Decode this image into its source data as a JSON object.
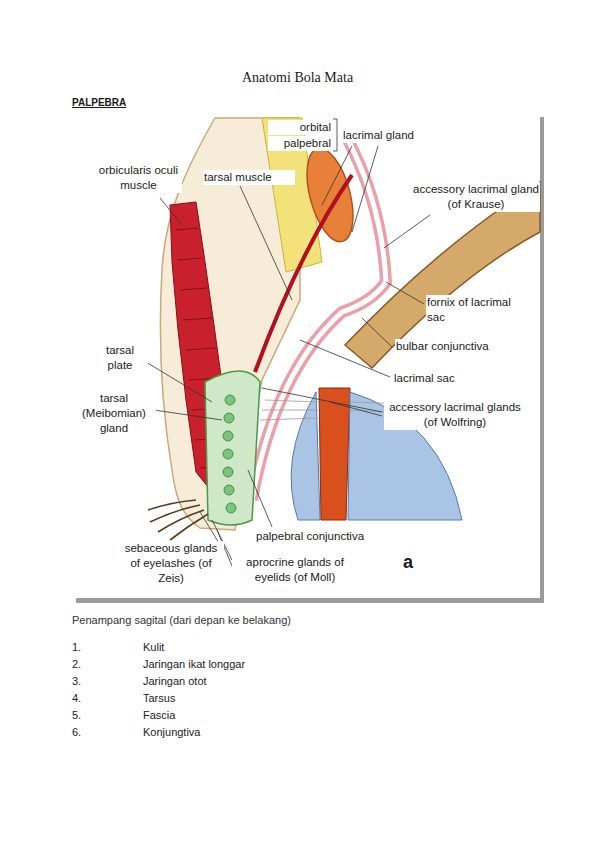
{
  "diagram": {
    "title": "Anatomi Bola Mata",
    "caption": "Penampang sagital (dari depan ke belakang)",
    "labels": [
      "PALPEBRA",
      "orbital",
      "palpebral",
      "lacrimal gland",
      "orbicularis oculi muscle",
      "tarsal muscle",
      "accessory lacrimal gland (of Krause)",
      "fornix of lacrimal sac",
      "bulbar conjunctiva",
      "lacrimal sac",
      "tarsal plate",
      "tarsal (Meibomian) gland",
      "accessory lacrimal glands (of Wolfring)",
      "sebaceous glands of eyelashes (of Zeis)",
      "palpebral conjunctiva",
      "aprocrine glands of eyelids (of Moll)",
      "a",
      "1.",
      "Kulit",
      "2.",
      "Jaringan ikat longgar",
      "3.",
      "Jaringan otot",
      "4.",
      "Tarsus",
      "5.",
      "Fascia",
      "6.",
      "Konjungtiva"
    ]
  }
}
